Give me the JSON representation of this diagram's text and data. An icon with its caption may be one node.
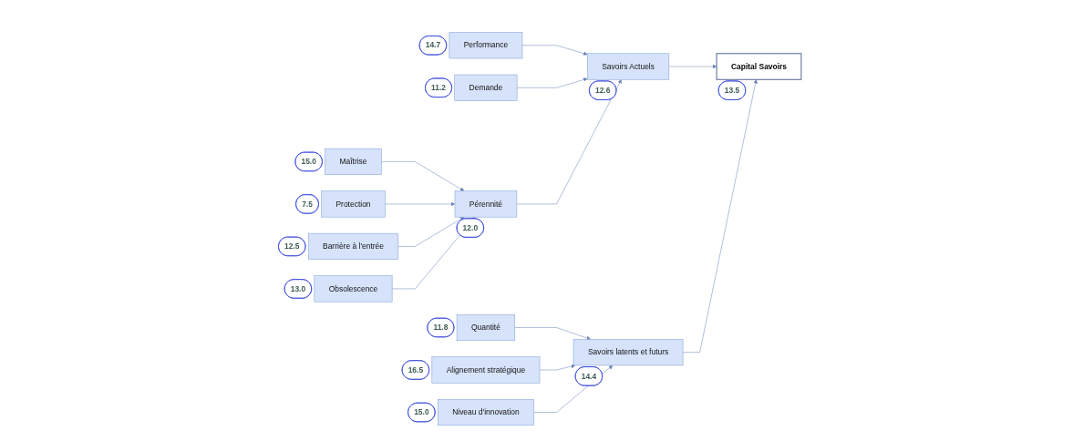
{
  "diagram": {
    "nodes": [
      {
        "text": [
          "Performance"
        ],
        "beside": [
          "14.7"
        ]
      },
      {
        "text": [
          "Demande"
        ],
        "beside": [
          "11.2"
        ]
      },
      {
        "text": [
          "Maîtrise"
        ],
        "beside": [
          "15.0"
        ]
      },
      {
        "text": [
          "Protection"
        ],
        "beside": [
          "7.5"
        ]
      },
      {
        "text": [
          "Pérennité"
        ],
        "beside": [
          "12.0"
        ]
      },
      {
        "text": [
          "Barrière à l'entrée"
        ],
        "beside": [
          "12.5"
        ]
      },
      {
        "text": [
          "Obsolescence"
        ],
        "beside": [
          "13.0"
        ]
      },
      {
        "text": [
          "Savoirs Actuels"
        ],
        "beside": [
          "12.6"
        ]
      },
      {
        "text": [
          "Capital Savoirs"
        ],
        "beside": [
          "13.5"
        ]
      },
      {
        "text": [
          "Quantité"
        ],
        "beside": [
          "11.8"
        ]
      },
      {
        "text": [
          "Savoirs latents et futurs"
        ],
        "beside": [
          "14.4"
        ]
      },
      {
        "text": [
          "Alignement stratégique"
        ],
        "beside": [
          "16.5"
        ]
      },
      {
        "text": [
          "Niveau d'innovation"
        ],
        "beside": [
          "15.0"
        ]
      }
    ],
    "edges": [
      {
        "from": 2,
        "to": 4,
        "arrow": "to"
      },
      {
        "from": 3,
        "to": 4,
        "arrow": "to"
      },
      {
        "from": 5,
        "to": 4,
        "arrow": "to"
      },
      {
        "from": 6,
        "to": 4,
        "arrow": "to"
      },
      {
        "from": 0,
        "to": 7,
        "arrow": "to"
      },
      {
        "from": 1,
        "to": 7,
        "arrow": "to"
      },
      {
        "from": 4,
        "to": 7,
        "arrow": "to"
      },
      {
        "from": 9,
        "to": 10,
        "arrow": "to"
      },
      {
        "from": 11,
        "to": 10,
        "arrow": "to"
      },
      {
        "from": 12,
        "to": 10,
        "arrow": "to"
      },
      {
        "from": 7,
        "to": 8,
        "arrow": "to"
      },
      {
        "from": 10,
        "to": 8,
        "arrow": "to"
      }
    ]
  }
}
